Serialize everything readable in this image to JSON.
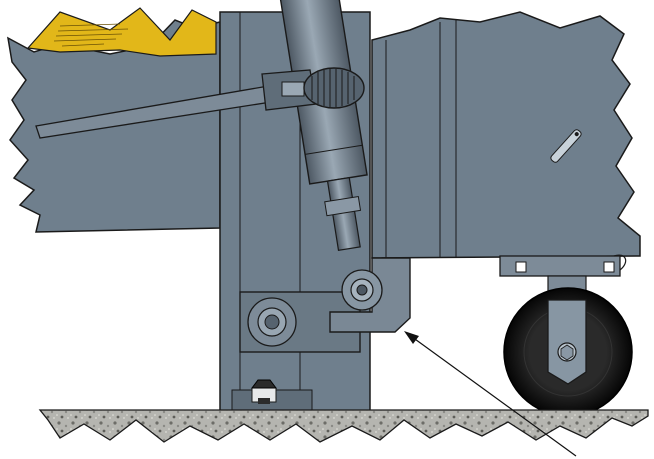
{
  "diagram": {
    "colors": {
      "steel": "#6f7f8d",
      "steel_dark": "#56636f",
      "steel_light": "#8796a3",
      "outline": "#1a1a1a",
      "warning_label": "#e2b719",
      "tire": "#111111",
      "ground": "#a9a9a4",
      "background": "#ffffff"
    },
    "parts": {
      "warning_label": "warning-decal",
      "ratchet_wrench": "ratchet-wrench",
      "hydraulic_cylinder": "hydraulic-cylinder",
      "caster_wheel": "caster-wheel",
      "mounting_bolt": "hex-bolt",
      "ground_surface": "gravel-ground",
      "leader_line": "pointer-arrow"
    }
  }
}
